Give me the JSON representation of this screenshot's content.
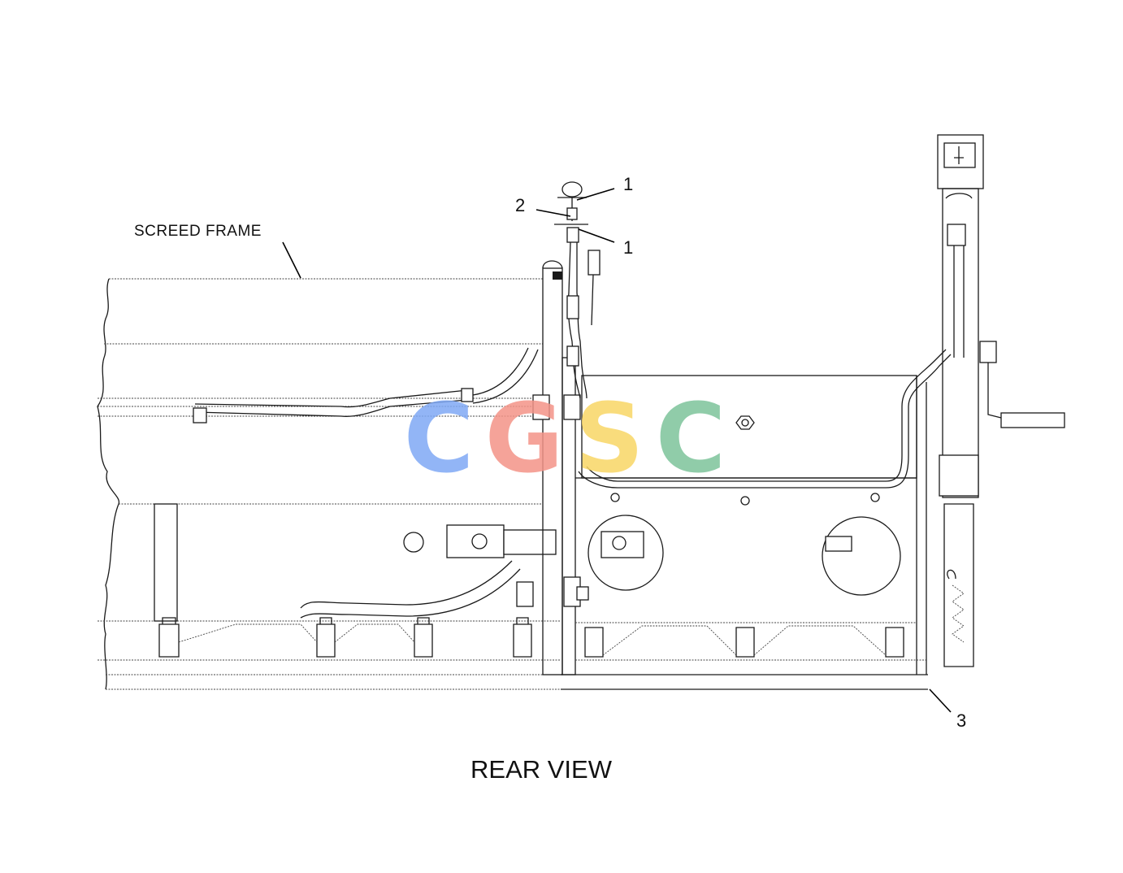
{
  "labels": {
    "frame": "SCREED FRAME",
    "view_title": "REAR VIEW"
  },
  "callouts": {
    "top": "1",
    "left": "2",
    "lower": "1",
    "base": "3"
  },
  "watermark": {
    "letters": [
      "C",
      "G",
      "S",
      "C"
    ],
    "colors": [
      "#7fa9f5",
      "#f49488",
      "#f9d766",
      "#7dc49b"
    ]
  }
}
